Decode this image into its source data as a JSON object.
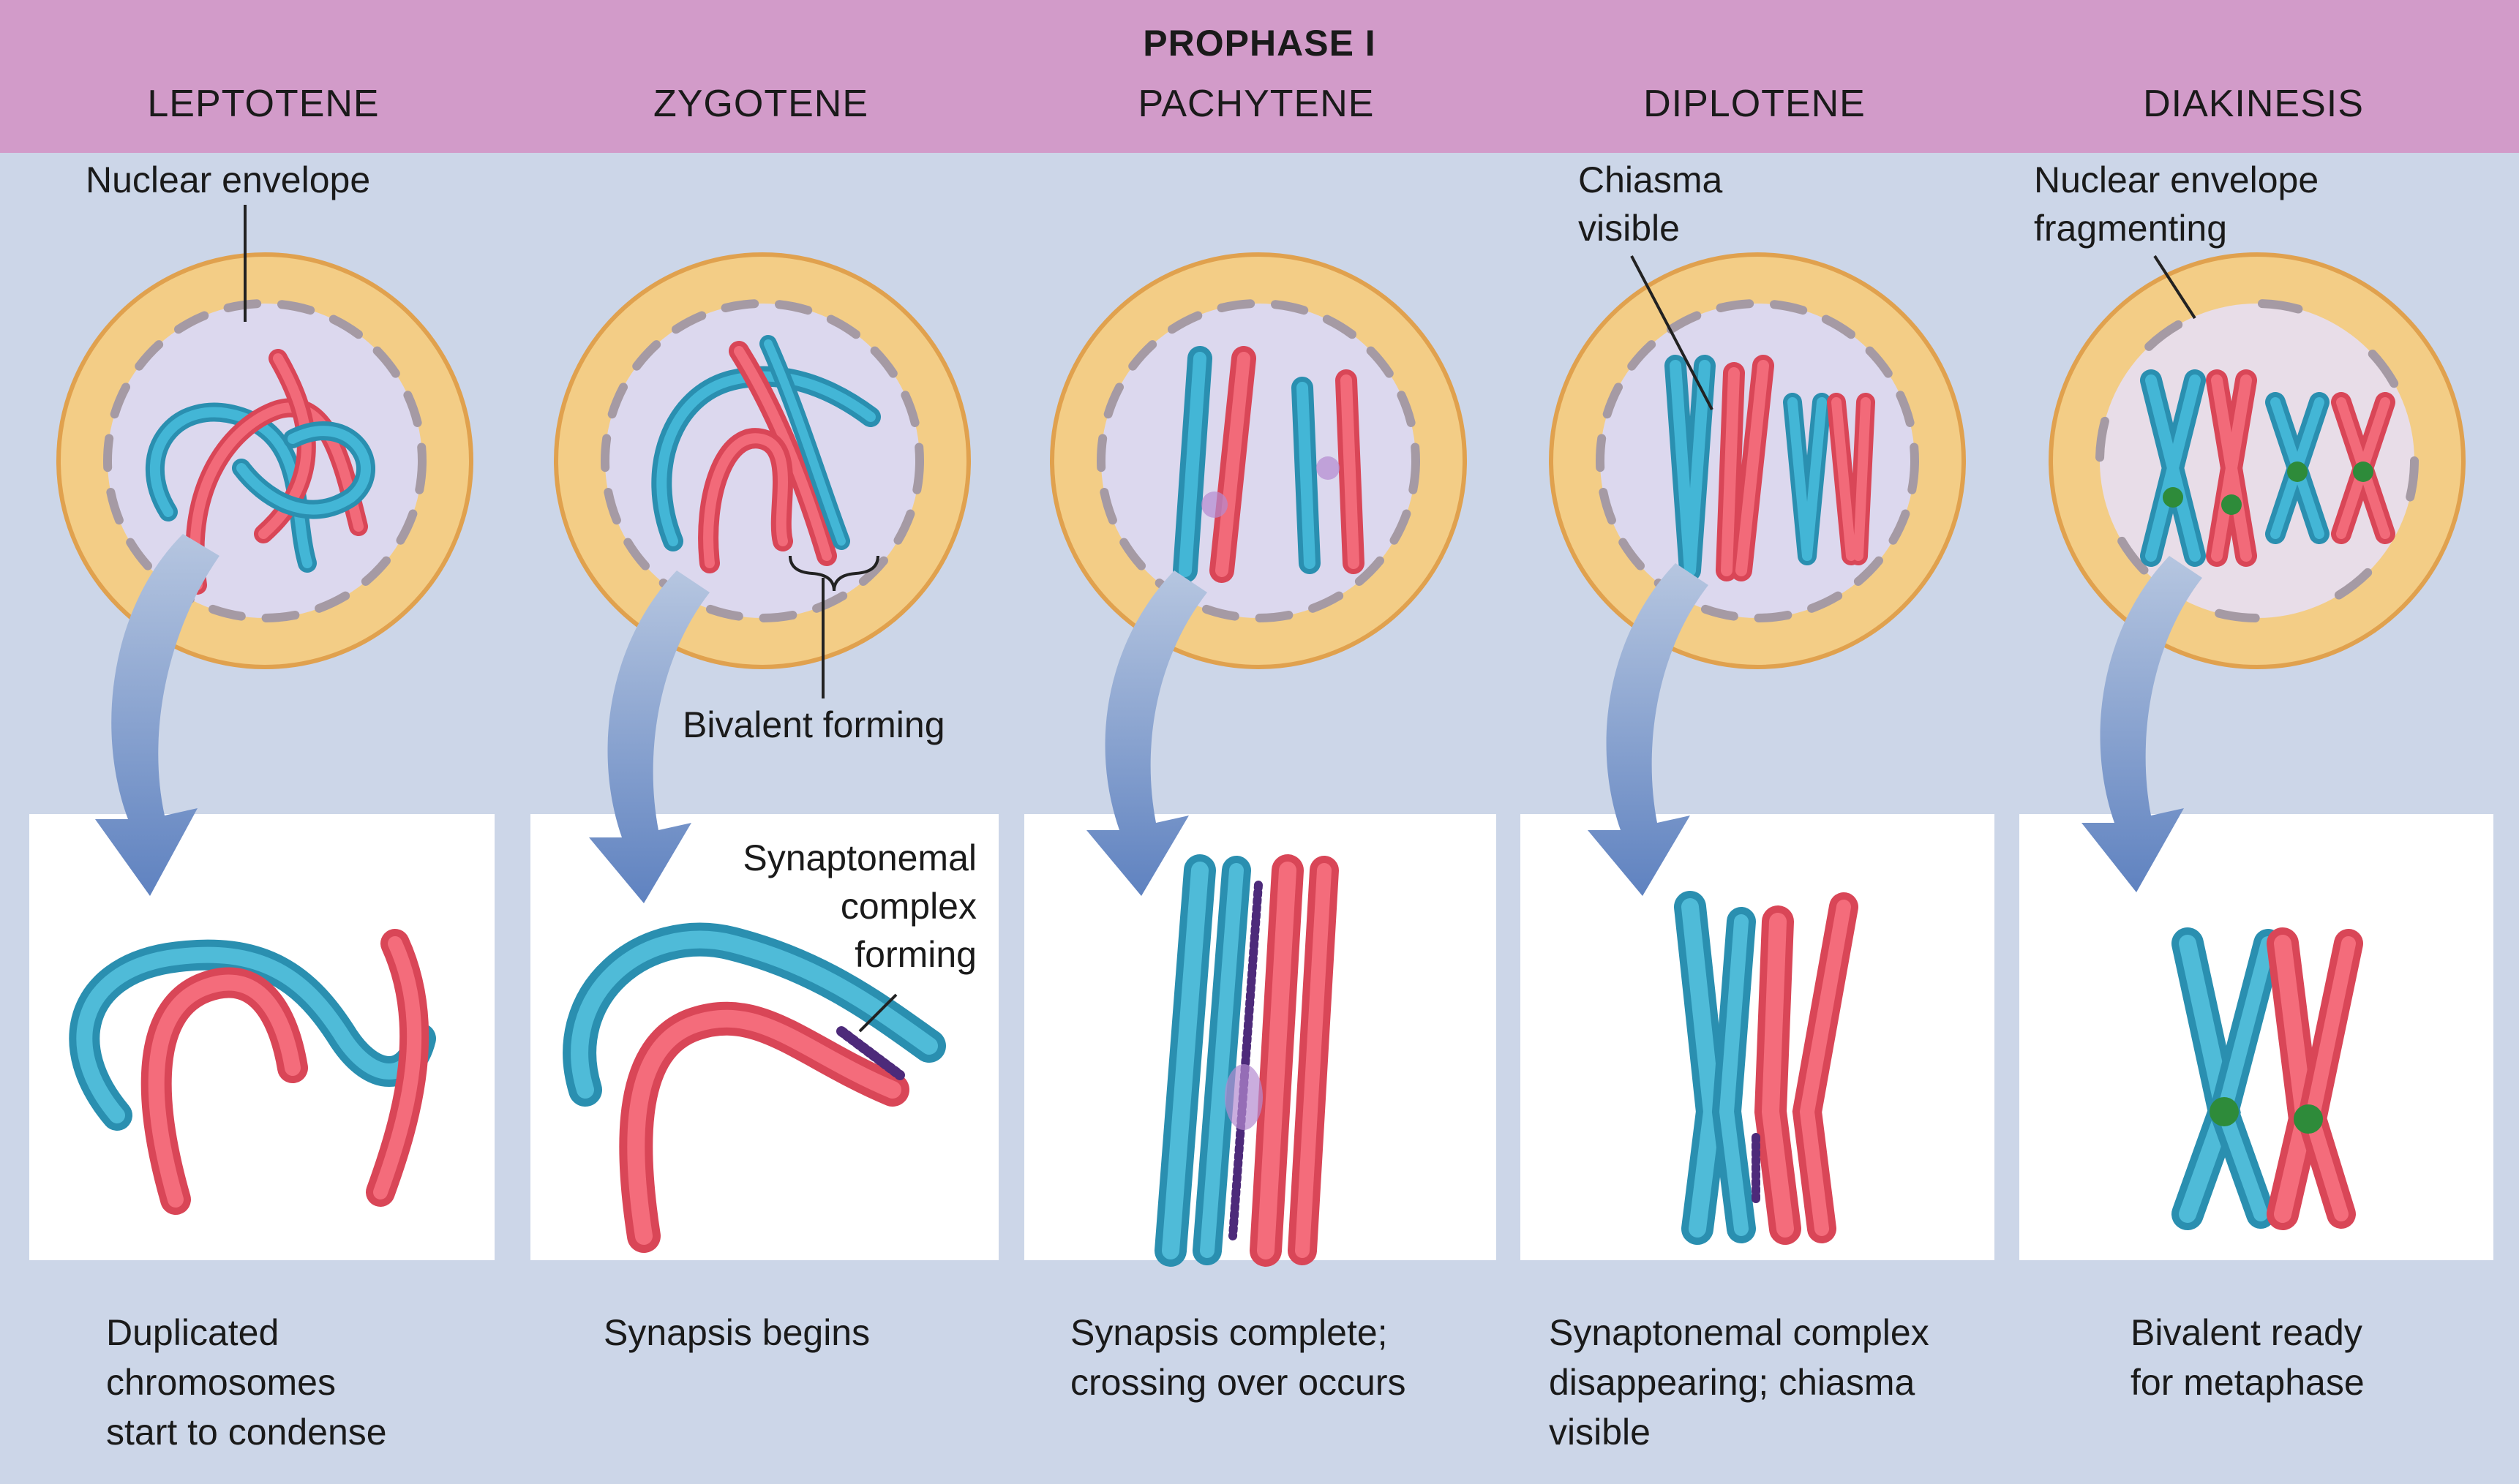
{
  "title": "PROPHASE I",
  "stages": [
    {
      "name": "LEPTOTENE",
      "caption": [
        "Duplicated",
        "chromosomes",
        "start to condense"
      ]
    },
    {
      "name": "ZYGOTENE",
      "caption": [
        "Synapsis begins"
      ]
    },
    {
      "name": "PACHYTENE",
      "caption": [
        "Synapsis complete;",
        "crossing over occurs"
      ]
    },
    {
      "name": "DIPLOTENE",
      "caption": [
        "Synaptonemal complex",
        "disappearing; chiasma",
        "visible"
      ]
    },
    {
      "name": "DIAKINESIS",
      "caption": [
        "Bivalent ready",
        "for metaphase"
      ]
    }
  ],
  "labels": {
    "nuclear_envelope": "Nuclear envelope",
    "bivalent_forming": "Bivalent forming",
    "synaptonemal_forming": [
      "Synaptonemal",
      "complex",
      "forming"
    ],
    "chiasma_visible": [
      "Chiasma",
      "visible"
    ],
    "envelope_fragmenting": [
      "Nuclear envelope",
      "fragmenting"
    ]
  },
  "colors": {
    "header": "#d29bc9",
    "background": "#ccd6e8",
    "cell_ring": "#f3cd86",
    "nucleus": "#dcd8ee",
    "chromatid_blue": "#3fb2cf",
    "chromatid_red": "#ef5a6a",
    "synaptonemal": "#4d2a7a",
    "centromere_green": "#2e8b3a"
  }
}
